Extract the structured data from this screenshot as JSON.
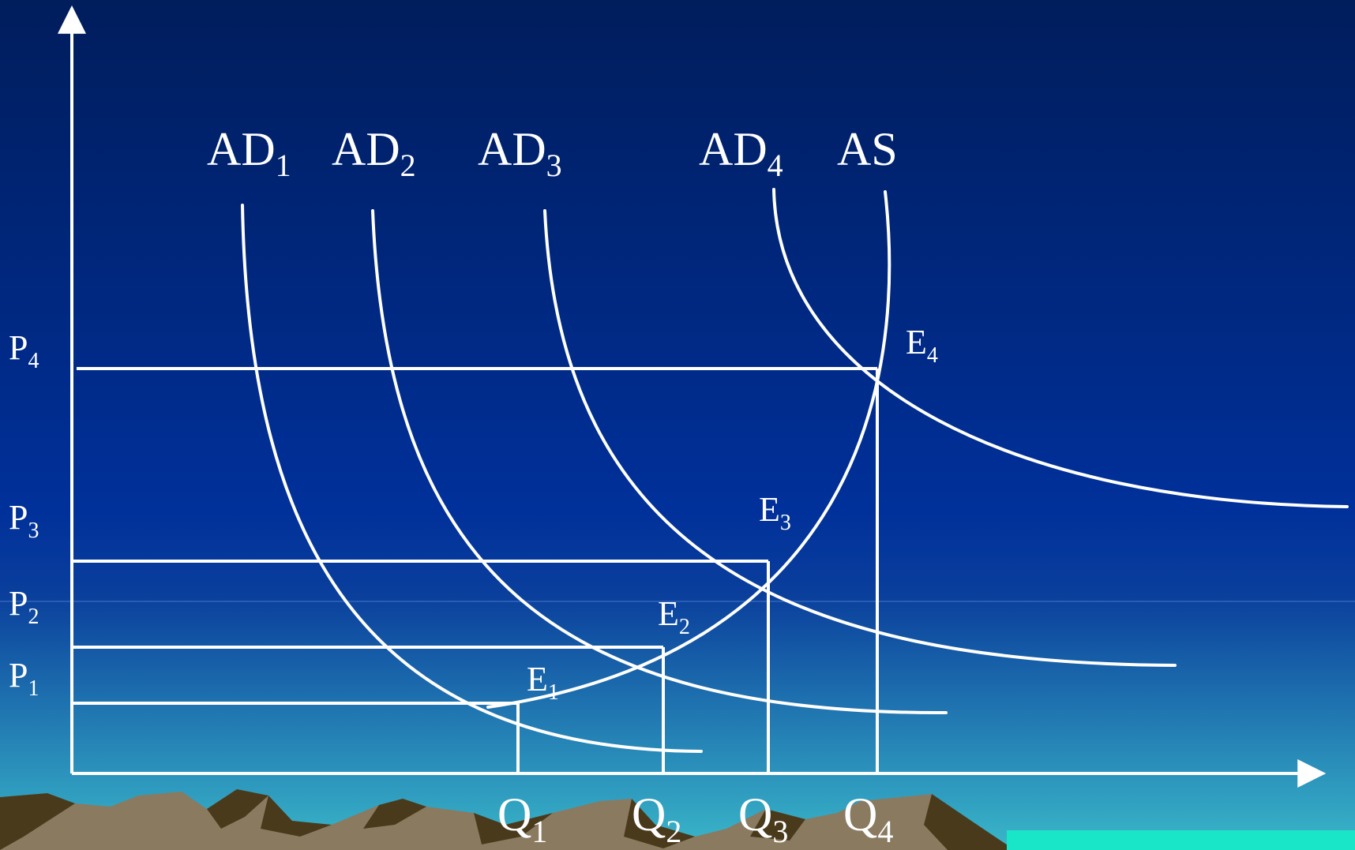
{
  "colors": {
    "bg_top": "#001d5c",
    "bg_mid": "#00309a",
    "bg_bottom": "#3ab7c9",
    "lines": "#ffffff",
    "mountain_dark": "#4a3a1c",
    "mountain_light": "#8a7a60",
    "ground_accent": "#19e6c8"
  },
  "curves": {
    "ad1": {
      "main": "AD",
      "sub": "1"
    },
    "ad2": {
      "main": "AD",
      "sub": "2"
    },
    "ad3": {
      "main": "AD",
      "sub": "3"
    },
    "ad4": {
      "main": "AD",
      "sub": "4"
    },
    "as": {
      "main": "AS",
      "sub": ""
    }
  },
  "prices": {
    "p1": {
      "main": "P",
      "sub": "1"
    },
    "p2": {
      "main": "P",
      "sub": "2"
    },
    "p3": {
      "main": "P",
      "sub": "3"
    },
    "p4": {
      "main": "P",
      "sub": "4"
    }
  },
  "quantities": {
    "q1": {
      "main": "Q",
      "sub": "1"
    },
    "q2": {
      "main": "Q",
      "sub": "2"
    },
    "q3": {
      "main": "Q",
      "sub": "3"
    },
    "q4": {
      "main": "Q",
      "sub": "4"
    }
  },
  "equilibria": {
    "e1": {
      "main": "E",
      "sub": "1"
    },
    "e2": {
      "main": "E",
      "sub": "2"
    },
    "e3": {
      "main": "E",
      "sub": "3"
    },
    "e4": {
      "main": "E",
      "sub": "4"
    }
  }
}
